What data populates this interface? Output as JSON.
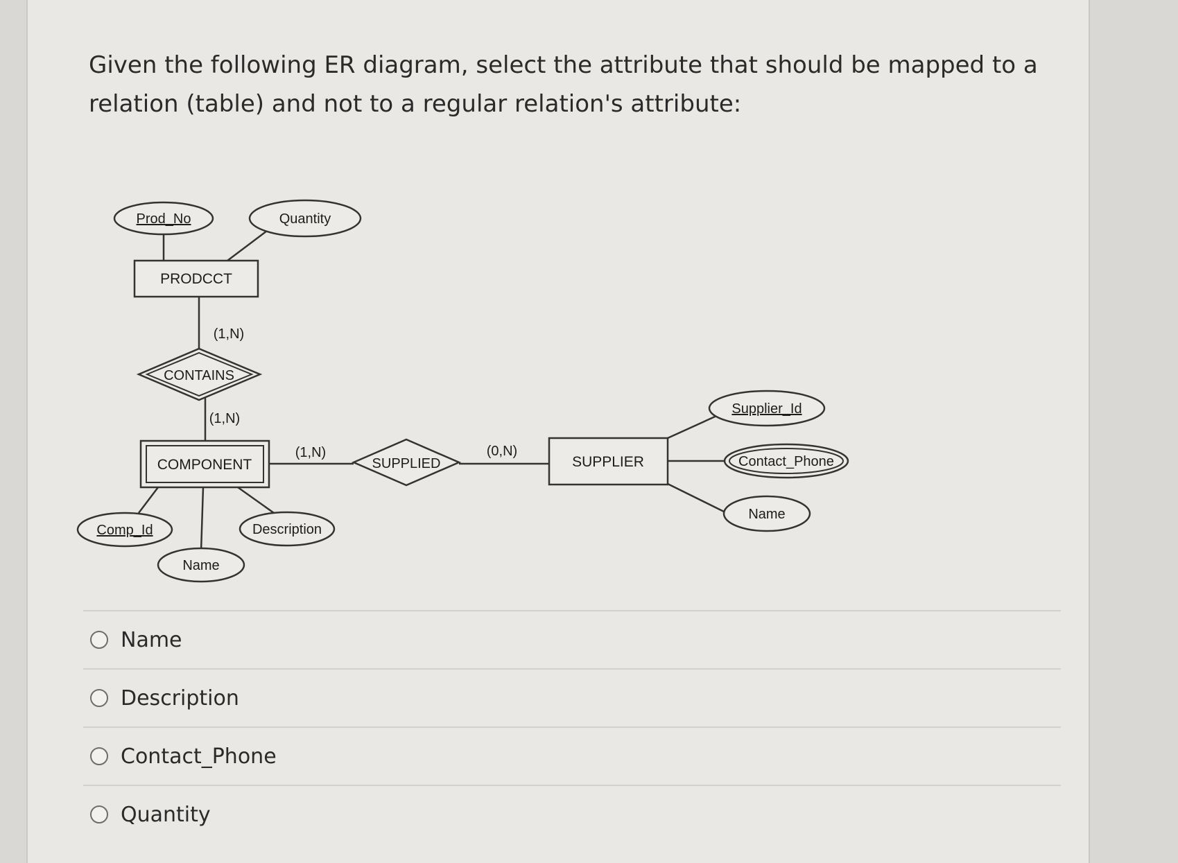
{
  "question": "Given the following ER diagram, select the attribute that should be mapped to a relation (table) and not to a regular relation's attribute:",
  "diagram": {
    "entities": {
      "product": "PRODCCT",
      "component": "COMPONENT",
      "supplier": "SUPPLIER"
    },
    "relationships": {
      "contains": "CONTAINS",
      "supplied": "SUPPLIED"
    },
    "attributes": {
      "prod_no": "Prod_No",
      "quantity": "Quantity",
      "comp_id": "Comp_Id",
      "comp_name": "Name",
      "description": "Description",
      "supplier_id": "Supplier_Id",
      "contact_phone": "Contact_Phone",
      "supplier_name": "Name"
    },
    "cardinalities": {
      "product_contains": "(1,N)",
      "contains_component": "(1,N)",
      "component_supplied": "(1,N)",
      "supplied_supplier": "(0,N)"
    }
  },
  "options": [
    "Name",
    "Description",
    "Contact_Phone",
    "Quantity"
  ],
  "colors": {
    "page_background": "#e9e8e4",
    "text": "#2a2a2a",
    "diagram_stroke": "#333333"
  }
}
